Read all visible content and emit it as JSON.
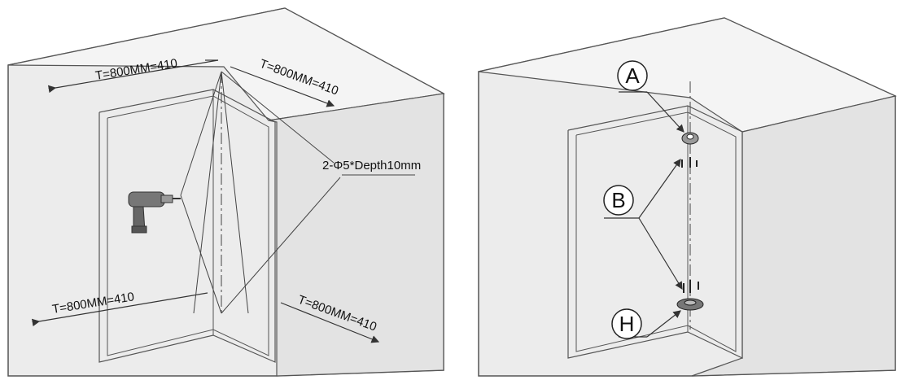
{
  "left_panel": {
    "dimensions": {
      "top_left": "T=800MM=410",
      "top_right": "T=800MM=410",
      "bottom_left": "T=800MM=410",
      "bottom_right": "T=800MM=410"
    },
    "drill_note": "2-Φ5*Depth10mm",
    "tool_icon": "drill-icon"
  },
  "right_panel": {
    "callouts": [
      "A",
      "B",
      "H"
    ],
    "part_icons": [
      "top-bracket-icon",
      "screws-icon",
      "bottom-bearing-icon"
    ]
  },
  "colors": {
    "cabinet_face": "#ececec",
    "cabinet_top": "#f3f3f3",
    "cabinet_side": "#e2e2e2",
    "line": "#444444"
  }
}
